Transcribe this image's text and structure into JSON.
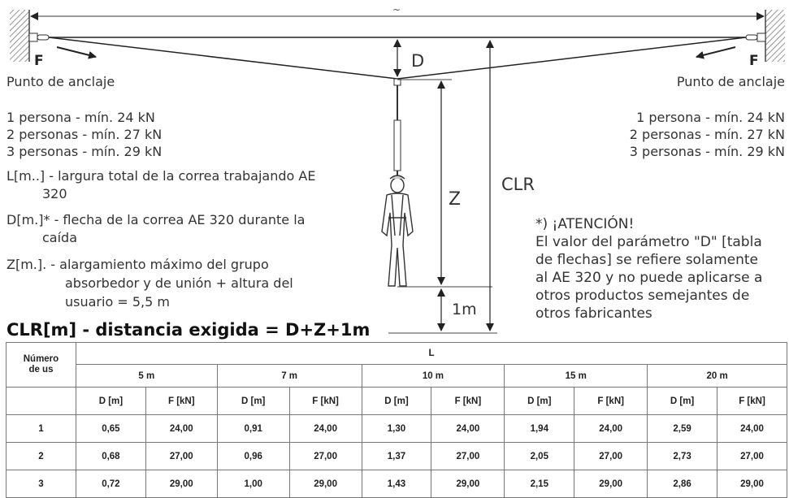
{
  "diagram": {
    "d_label": "D",
    "z_label": "Z",
    "clr_label": "CLR",
    "one_m_label": "1m",
    "force_left": "F",
    "force_right": "F",
    "anchor_left": "Punto de anclaje",
    "anchor_right": "Punto de anclaje",
    "top_label": "~"
  },
  "loads_left": [
    "1 persona - mín. 24 kN",
    "2 personas - mín. 27 kN",
    "3 personas - mín. 29 kN"
  ],
  "loads_right": [
    "1 persona - mín. 24 kN",
    "2 personas - mín. 27 kN",
    "3 personas - mín. 29 kN"
  ],
  "definitions": {
    "l_line1": "L[m..]   - largura total de la correa trabajando AE",
    "l_line2": "320",
    "d_line1": "D[m.]* - flecha de la correa AE 320 durante la",
    "d_line2": "caída",
    "z_line1": "Z[m.].   - alargamiento máximo del grupo",
    "z_line2": "absorbedor y de unión + altura del",
    "z_line3": "usuario = 5,5 m"
  },
  "formula": "CLR[m] - distancia exigida = D+Z+1m",
  "attention": {
    "title": "*) ¡ATENCIÓN!",
    "lines": [
      "El valor del parámetro \"D\" [tabla",
      "de flechas] se refiere solamente",
      "al AE 320 y no puede aplicarse a",
      "otros productos semejantes de",
      "otros fabricantes"
    ]
  },
  "table": {
    "row_header": "Número de us",
    "l_header": "L",
    "lengths": [
      "5 m",
      "7 m",
      "10 m",
      "15 m",
      "20 m"
    ],
    "sub_d": "D [m]",
    "sub_f": "F [kN]",
    "rows": [
      {
        "n": "1",
        "cells": [
          "0,65",
          "24,00",
          "0,91",
          "24,00",
          "1,30",
          "24,00",
          "1,94",
          "24,00",
          "2,59",
          "24,00"
        ]
      },
      {
        "n": "2",
        "cells": [
          "0,68",
          "27,00",
          "0,96",
          "27,00",
          "1,37",
          "27,00",
          "2,05",
          "27,00",
          "2,73",
          "27,00"
        ]
      },
      {
        "n": "3",
        "cells": [
          "0,72",
          "29,00",
          "1,00",
          "29,00",
          "1,43",
          "29,00",
          "2,15",
          "29,00",
          "2,86",
          "29,00"
        ]
      }
    ]
  }
}
